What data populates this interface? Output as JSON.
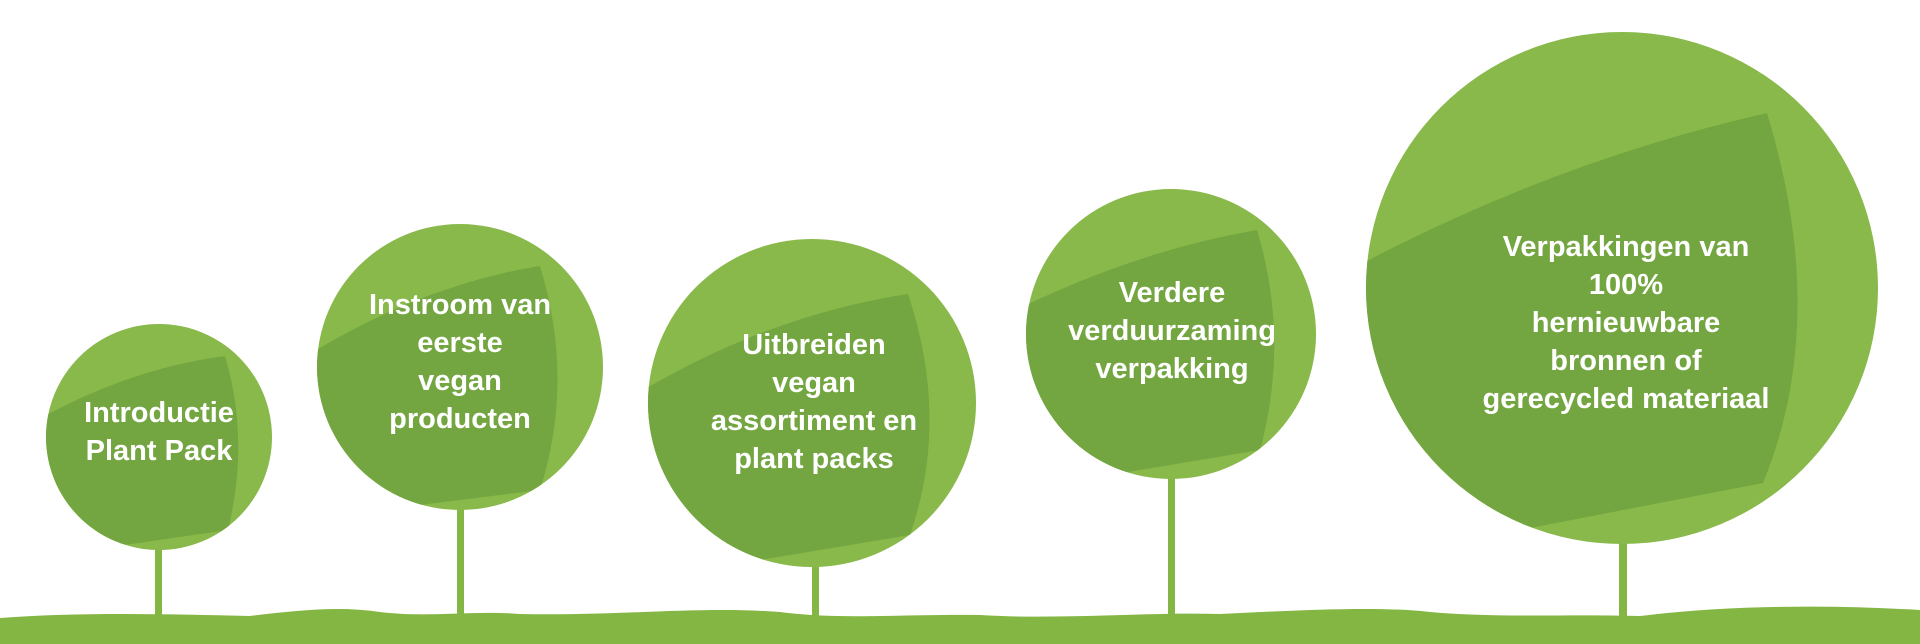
{
  "colors": {
    "leaf_light": "#88b94a",
    "leaf_dark": "#73a640",
    "ground": "#84b644",
    "text": "#ffffff"
  },
  "milestones": [
    {
      "label": "Introductie\nPlant Pack"
    },
    {
      "label": "Instroom van\neerste\nvegan\nproducten"
    },
    {
      "label": "Uitbreiden\nvegan\nassortiment en\nplant packs"
    },
    {
      "label": "Verdere\nverduurzaming\nverpakking"
    },
    {
      "label": "Verpakkingen van 100%\nhernieuwbare bronnen of\ngerecycled materiaal"
    }
  ]
}
